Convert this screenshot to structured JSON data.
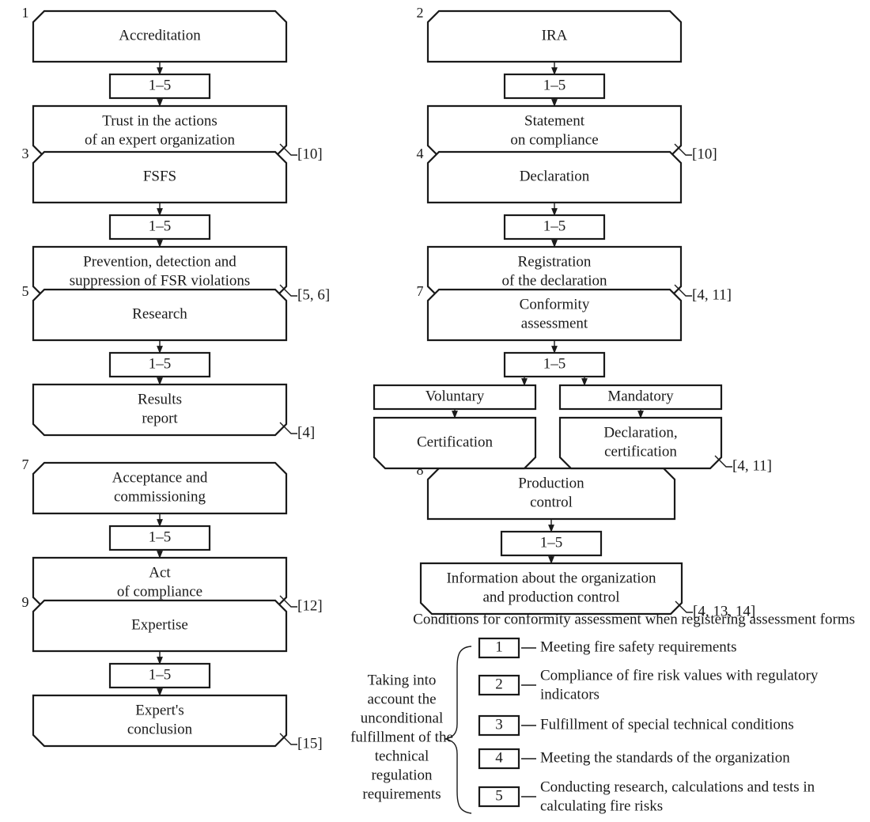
{
  "blocks": [
    {
      "number": "1",
      "title": [
        "Accreditation"
      ],
      "cond": "1–5",
      "result": [
        "Trust in the actions",
        "of an expert organization"
      ],
      "ref": "[10]"
    },
    {
      "number": "2",
      "title": [
        "IRA"
      ],
      "cond": "1–5",
      "result": [
        "Statement",
        "on compliance"
      ],
      "ref": "[10]"
    },
    {
      "number": "3",
      "title": [
        "FSFS"
      ],
      "cond": "1–5",
      "result": [
        "Prevention, detection and",
        "suppression of FSR violations"
      ],
      "ref": "[5, 6]"
    },
    {
      "number": "4",
      "title": [
        "Declaration"
      ],
      "cond": "1–5",
      "result": [
        "Registration",
        "of the declaration"
      ],
      "ref": "[4, 11]"
    },
    {
      "number": "5",
      "title": [
        "Research"
      ],
      "cond": "1–5",
      "result": [
        "Results",
        "report"
      ],
      "ref": "[4]"
    },
    {
      "number": "7",
      "title": [
        "Conformity",
        "assessment"
      ],
      "cond": "1–5",
      "ref": "[4, 11]",
      "branches": [
        {
          "label": "Voluntary",
          "result": [
            "Certification"
          ]
        },
        {
          "label": "Mandatory",
          "result": [
            "Declaration,",
            "certification"
          ]
        }
      ]
    },
    {
      "number": "7",
      "title": [
        "Acceptance and",
        "commissioning"
      ],
      "cond": "1–5",
      "result": [
        "Act",
        "of compliance"
      ],
      "ref": "[12]"
    },
    {
      "number": "8",
      "title": [
        "Production",
        "control"
      ],
      "cond": "1–5",
      "result": [
        "Information about the organization",
        "and production control"
      ],
      "ref": "[4, 13, 14]"
    },
    {
      "number": "9",
      "title": [
        "Expertise"
      ],
      "cond": "1–5",
      "result": [
        "Expert's",
        "conclusion"
      ],
      "ref": "[15]"
    }
  ],
  "legend": {
    "title": "Conditions for conformity assessment when registering assessment forms",
    "brace_label": [
      "Taking into",
      "account the",
      "unconditional",
      "fulfillment of the",
      "technical",
      "regulation",
      "requirements"
    ],
    "items": [
      {
        "num": "1",
        "text": [
          "Meeting fire safety requirements"
        ]
      },
      {
        "num": "2",
        "text": [
          "Compliance of fire risk values with regulatory",
          "indicators"
        ]
      },
      {
        "num": "3",
        "text": [
          "Fulfillment of special technical conditions"
        ]
      },
      {
        "num": "4",
        "text": [
          "Meeting the standards of the organization"
        ]
      },
      {
        "num": "5",
        "text": [
          "Conducting research, calculations and tests in",
          "calculating fire risks"
        ]
      }
    ]
  }
}
